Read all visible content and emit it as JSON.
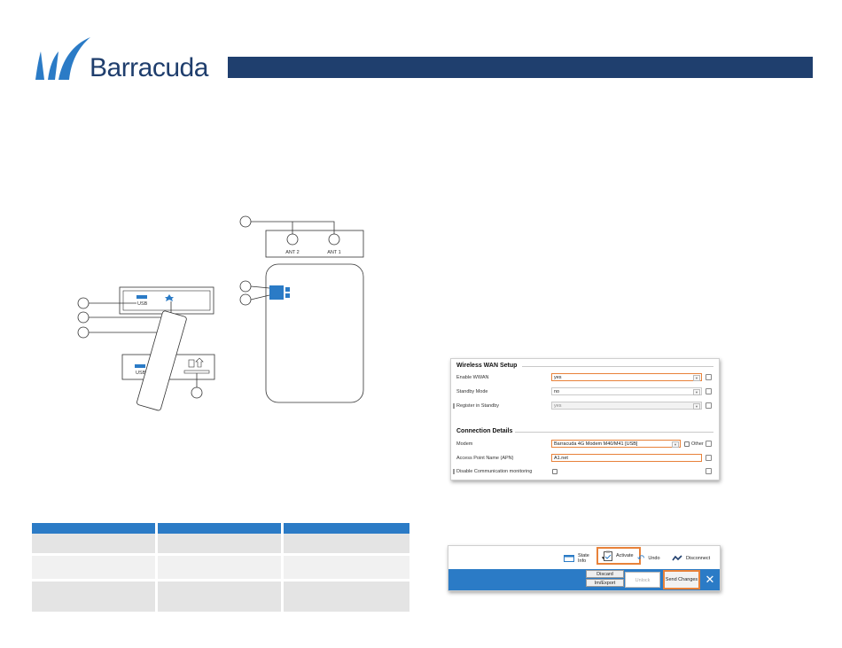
{
  "brand": {
    "name": "Barracuda",
    "color": "#1f3e6d",
    "bar_color": "#1f3f6e"
  },
  "device": {
    "antenna_labels": [
      "ANT 2",
      "ANT 1"
    ],
    "port_label": "USB",
    "slot_port_label": "USB"
  },
  "table": {
    "header_color": "#2b7bc6",
    "columns": 3,
    "rows": 3
  },
  "wwan": {
    "section1_title": "Wireless WAN Setup",
    "section2_title": "Connection Details",
    "rows": [
      {
        "label": "Enable WWAN",
        "value": "yes"
      },
      {
        "label": "Standby Mode",
        "value": "no"
      },
      {
        "label": "Register in Standby",
        "value": "yes"
      },
      {
        "label": "Modem",
        "value": "Barracuda 4G Modem M40/M41 [USB]",
        "other_label": "Other"
      },
      {
        "label": "Access Point Name (APN)",
        "value": "A1.net"
      },
      {
        "label": "Disable Communication monitoring",
        "value": ""
      }
    ],
    "highlight_color": "#e8823a"
  },
  "toolbar": {
    "state_info_label": "State Info",
    "activate_label": "Activate",
    "undo_label": "Undo",
    "disconnect_label": "Disconnect",
    "discard_label": "Discard",
    "imexport_label": "Im/Export",
    "unlock_label": "Unlock",
    "send_changes_label": "Send Changes",
    "close_glyph": "✕",
    "bar_color": "#2b7bc6"
  }
}
